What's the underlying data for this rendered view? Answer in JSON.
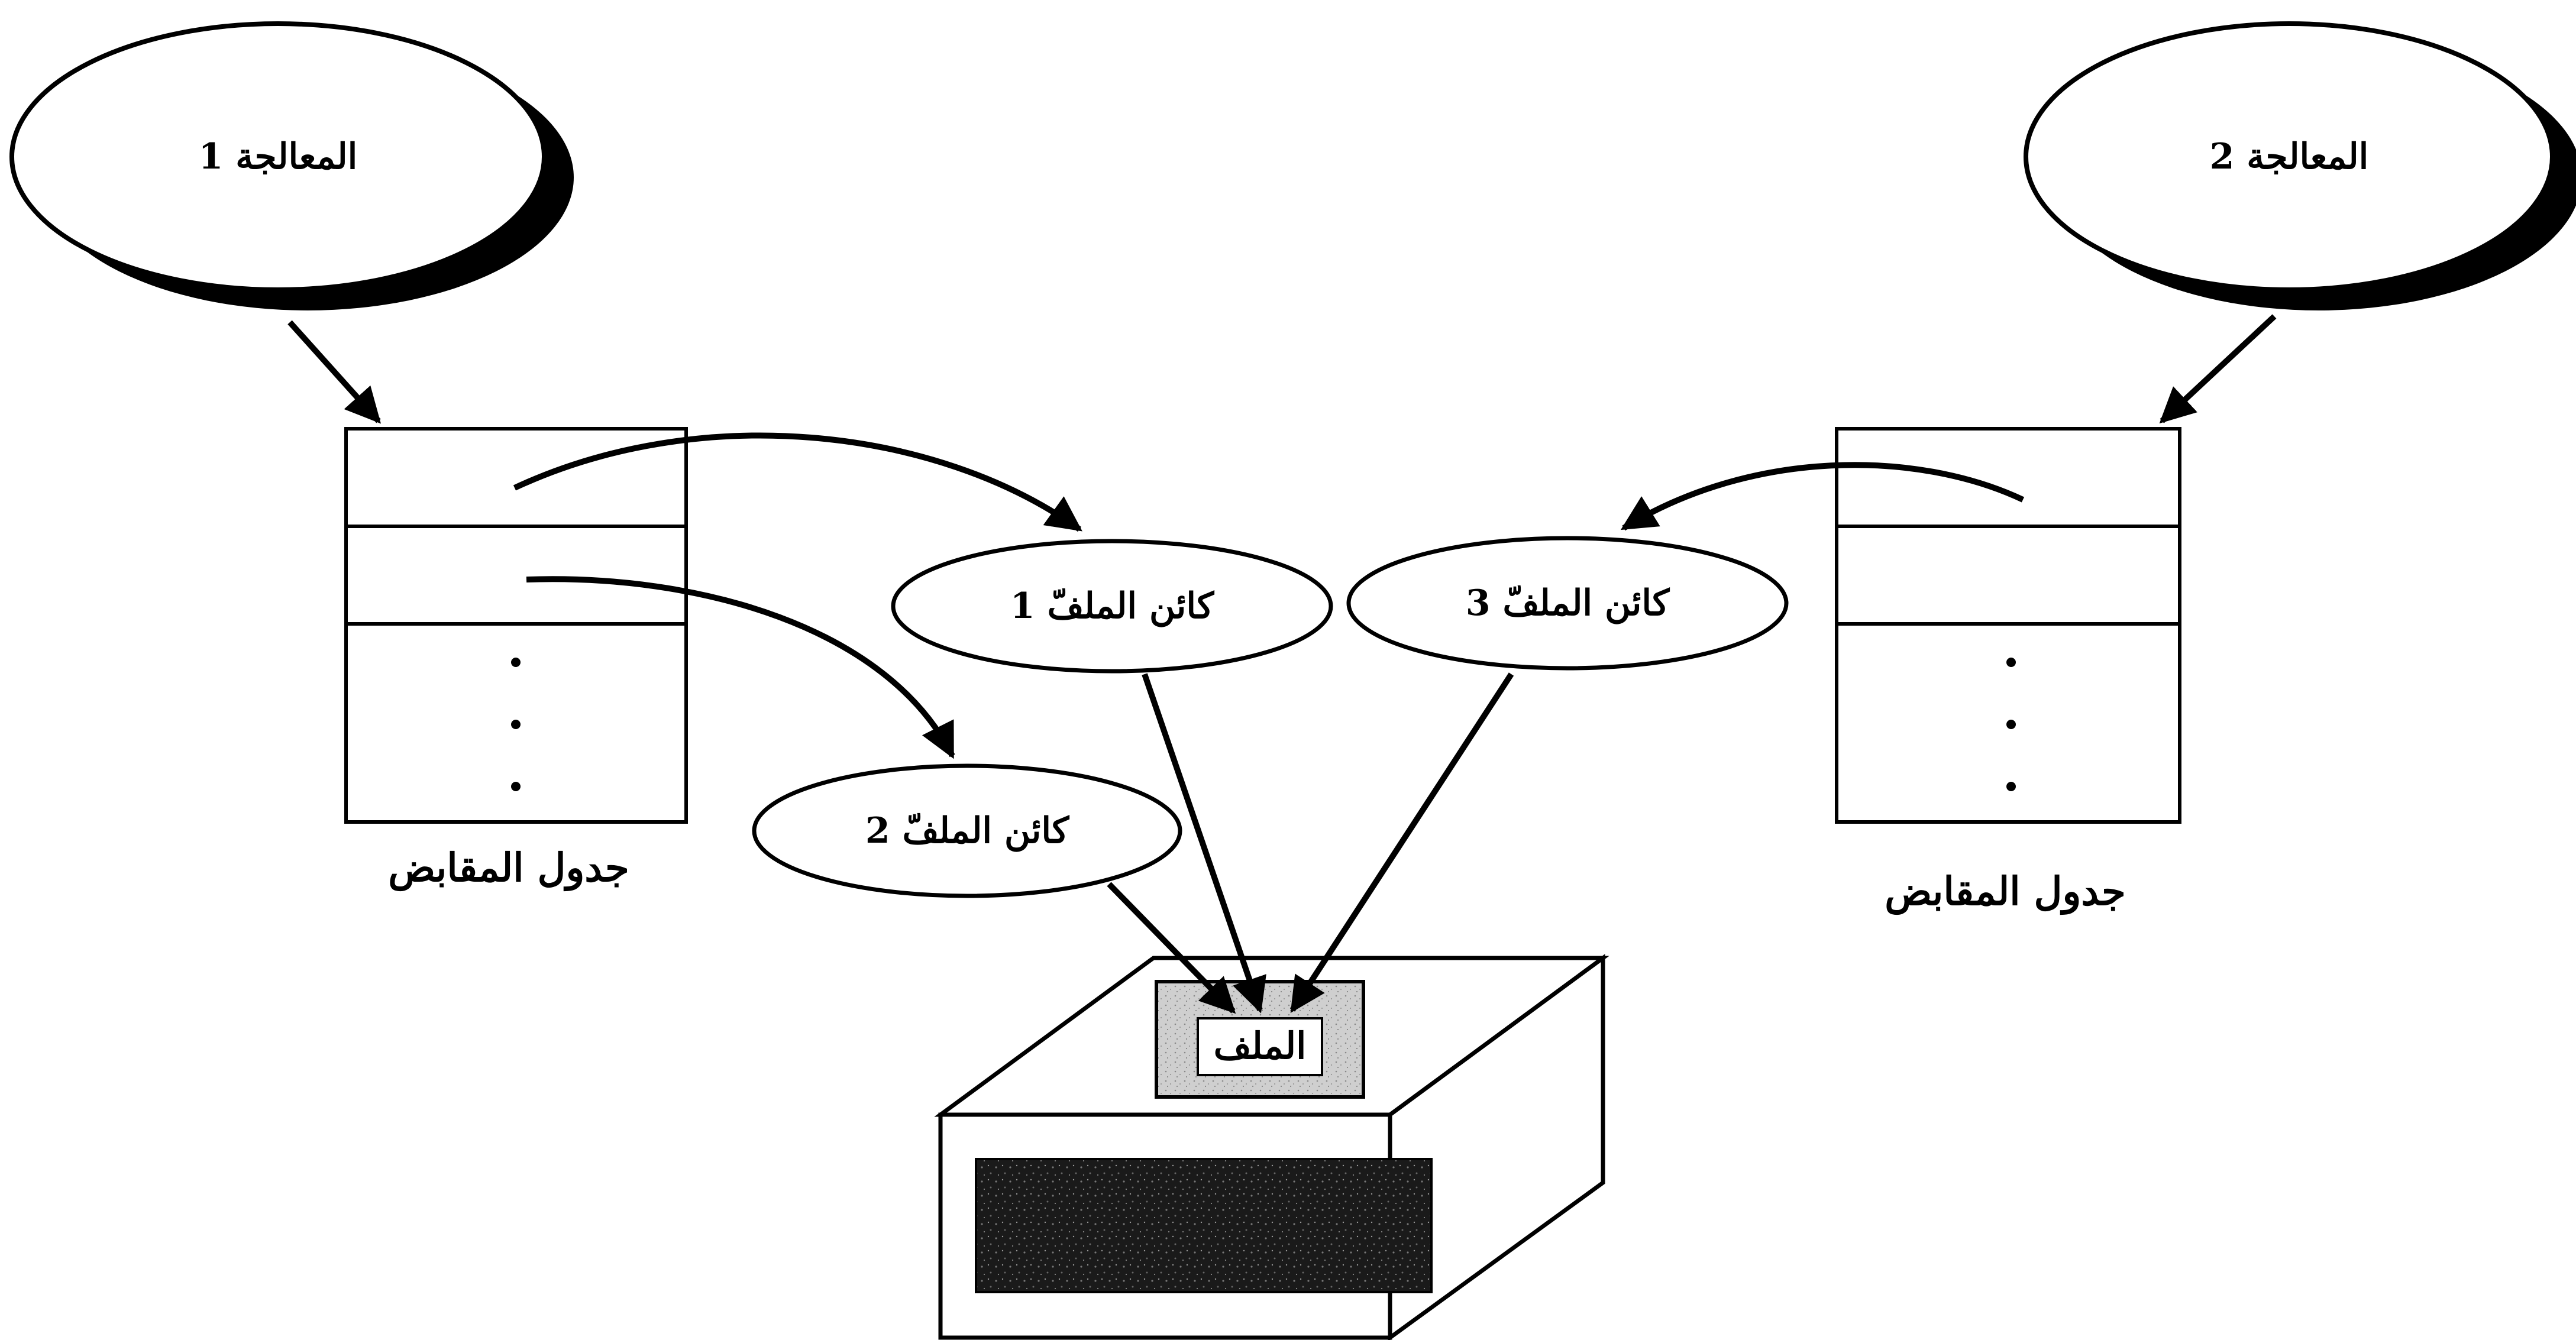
{
  "processes": [
    {
      "id": "process-1",
      "label": "المعالجة 1"
    },
    {
      "id": "process-2",
      "label": "المعالجة 2"
    }
  ],
  "handle_tables": [
    {
      "id": "handle-table-left",
      "label": "جدول المقابض"
    },
    {
      "id": "handle-table-right",
      "label": "جدول المقابض"
    }
  ],
  "file_objects": [
    {
      "id": "file-object-1",
      "label": "كائن الملفّ 1"
    },
    {
      "id": "file-object-2",
      "label": "كائن الملفّ 2"
    },
    {
      "id": "file-object-3",
      "label": "كائن الملفّ 3"
    }
  ],
  "file": {
    "label": "الملف"
  },
  "colors": {
    "stroke": "#000000",
    "fill": "#ffffff",
    "drive_screen": "#1a1a1a",
    "file_fill": "#c8c8c8"
  }
}
